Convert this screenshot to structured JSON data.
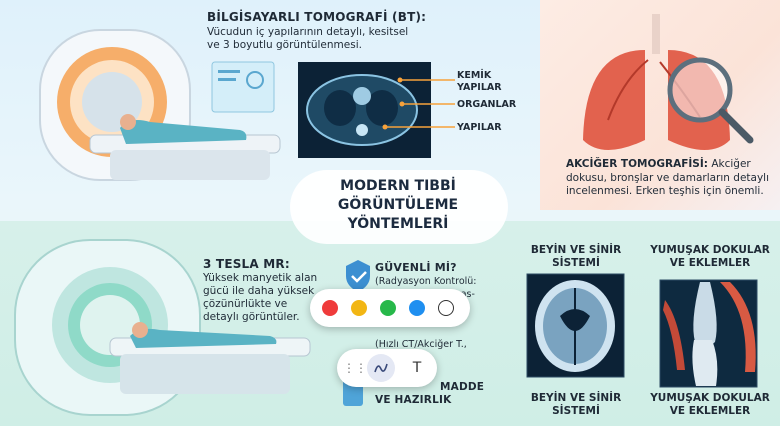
{
  "ct": {
    "title": "BİLGİSAYARLI TOMOGRAFİ (BT):",
    "desc": [
      "Vücudun iç yapılarının detaylı, kesitsel",
      "ve 3 boyutlu görüntülenmesi."
    ],
    "labels": [
      "KEMİK",
      "YAPILAR",
      "ORGANLAR",
      "YAPILAR"
    ]
  },
  "lung": {
    "title": "AKCİĞER TOMOGRAFİSİ:",
    "title_rest": "Akciğer",
    "desc": [
      "dokusu, bronşlar ve damarların detaylı",
      "incelenmesi. Erken teşhis için önemli."
    ]
  },
  "center": {
    "lines": [
      "MODERN TIBBİ",
      "GÖRÜNTÜLEME",
      "YÖNTEMLERİ"
    ]
  },
  "mr": {
    "title": "3 TESLA MR:",
    "desc": [
      "Yüksek manyetik alan",
      "gücü ile daha yüksek",
      "çözünürlükte ve",
      "detaylı görüntüler."
    ]
  },
  "safety": {
    "title": "GÜVENLİ Mİ?",
    "lines": [
      "(Radyasyon Kontrolü:",
      "...dyas-",
      "(Hızlı CT/Akciğer T.,"
    ],
    "bottom": [
      "MADDE",
      "VE HAZIRLIK"
    ]
  },
  "brain": {
    "title": [
      "BEYİN VE SİNİR",
      "SİSTEMİ"
    ],
    "bottom": [
      "BEYİN VE SİNİR",
      "SİSTEMİ"
    ]
  },
  "soft": {
    "title": [
      "YUMUŞAK DOKULAR",
      "VE EKLEMLER"
    ],
    "bottom": [
      "YUMUŞAK DOKULAR",
      "VE EKLEMLER"
    ]
  },
  "toolbar": {
    "colors": [
      "#ef3b3b",
      "#f2b614",
      "#27b84a",
      "#1f8ff0",
      "#ffffff"
    ],
    "tools": [
      "drag-handle-icon",
      "pen-icon",
      "text-icon"
    ],
    "text_tool_label": "T"
  }
}
